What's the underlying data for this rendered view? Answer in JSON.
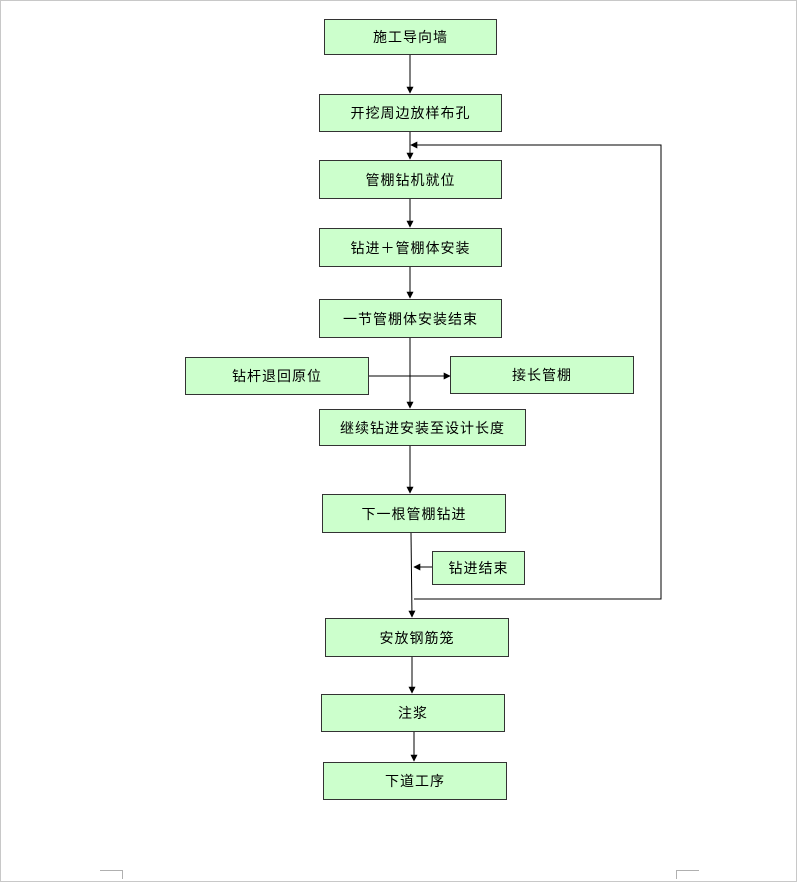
{
  "flowchart": {
    "steps": {
      "s1": "施工导向墙",
      "s2": "开挖周边放样布孔",
      "s3": "管棚钻机就位",
      "s4": "钻进＋管棚体安装",
      "s5": "一节管棚体安装结束",
      "s6": "钻杆退回原位",
      "s7": "接长管棚",
      "s8": "继续钻进安装至设计长度",
      "s9": "下一根管棚钻进",
      "s10": "钻进结束",
      "s11": "安放钢筋笼",
      "s12": "注浆",
      "s13": "下道工序"
    }
  },
  "colors": {
    "box_fill": "#ccffcc",
    "box_border": "#333333",
    "arrow": "#000000"
  }
}
